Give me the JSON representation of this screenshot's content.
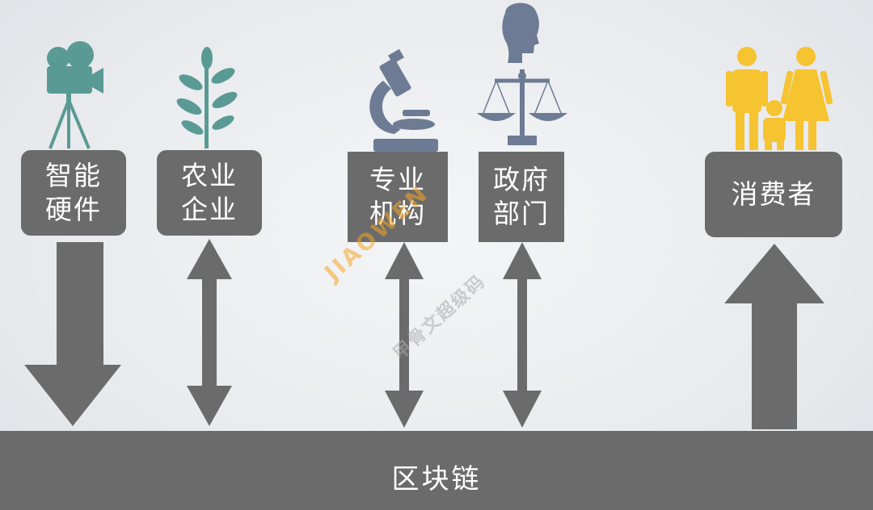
{
  "nodes": [
    {
      "id": "hardware",
      "line1": "智能",
      "line2": "硬件",
      "icon": "video-camera-icon",
      "color": "#5a9a94"
    },
    {
      "id": "agri",
      "line1": "农业",
      "line2": "企业",
      "icon": "plant-icon",
      "color": "#5a9a94"
    },
    {
      "id": "inst",
      "line1": "专业",
      "line2": "机构",
      "icon": "microscope-icon",
      "color": "#6d7b94"
    },
    {
      "id": "gov",
      "line1": "政府",
      "line2": "部门",
      "icon": "scales-of-justice-icon",
      "color": "#6d7b94"
    },
    {
      "id": "consumer",
      "line1": "消费者",
      "icon": "family-icon",
      "color": "#f6c331"
    }
  ],
  "base": {
    "label": "区块链"
  },
  "watermark": {
    "brand": "JIAOWEN",
    "text": "甲骨文超级码"
  },
  "colors": {
    "box": "#6b6b6b",
    "arrow": "#6b6b6b"
  }
}
